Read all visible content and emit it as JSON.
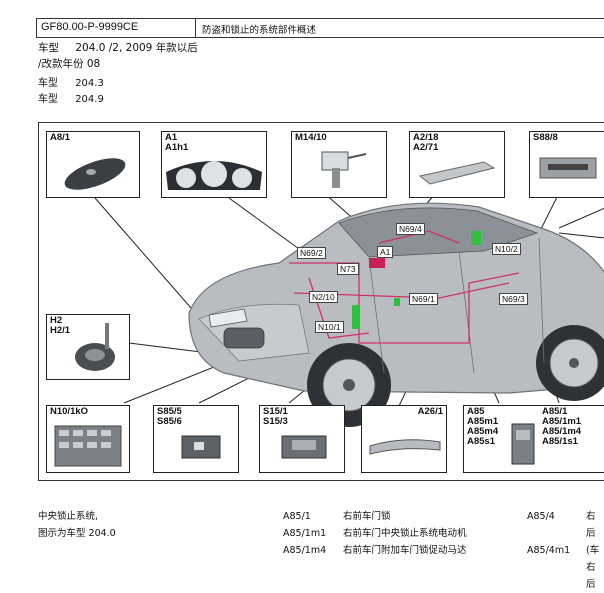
{
  "header": {
    "code": "GF80.00-P-9999CE",
    "title": "防盗和锁止的系统部件概述"
  },
  "meta": {
    "line1_key": "车型",
    "line1_val": "204.0 /2, 2009 年款以后",
    "line2": "/改款年份 08",
    "line3_key": "车型",
    "line3_val": "204.3",
    "line4_key": "车型",
    "line4_val": "204.9"
  },
  "components": {
    "a8_1": "A8/1",
    "a1": "A1\nA1h1",
    "m14_10": "M14/10",
    "a2_18": "A2/18\nA2/71",
    "s88_8": "S88/8",
    "h2": "H2\nH2/1",
    "n10_1ko": "N10/1kO",
    "s85": "S85/5\nS85/6",
    "s15": "S15/1\nS15/3",
    "a26_1": "A26/1",
    "a85_left": "A85\nA85m1\nA85m4\nA85s1",
    "a85_right": "A85/1\nA85/1m1\nA85/1m4\nA85/1s1"
  },
  "tags": {
    "n69_4": "N69/4",
    "n69_2": "N69/2",
    "a1": "A1",
    "n73": "N73",
    "n10_2": "N10/2",
    "n2_10": "N2/10",
    "n69_1": "N69/1",
    "n69_3": "N69/3",
    "n10_1": "N10/1"
  },
  "legend": {
    "left1": "中央锁止系统,",
    "left2": "图示为车型 204.0",
    "rows": [
      {
        "code": "A85/1",
        "desc": "右前车门锁"
      },
      {
        "code": "A85/1m1",
        "desc": "右前车门中央锁止系统电动机"
      },
      {
        "code": "A85/1m4",
        "desc": "右前车门附加车门锁促动马达"
      }
    ],
    "right_rows": [
      {
        "code": "A85/4",
        "desc": "右后"
      },
      {
        "code": "",
        "desc": "(车"
      },
      {
        "code": "A85/4m1",
        "desc": "右后"
      }
    ]
  },
  "colors": {
    "accent_green": "#2fbf3c",
    "wiring_magenta": "#d0306e"
  }
}
